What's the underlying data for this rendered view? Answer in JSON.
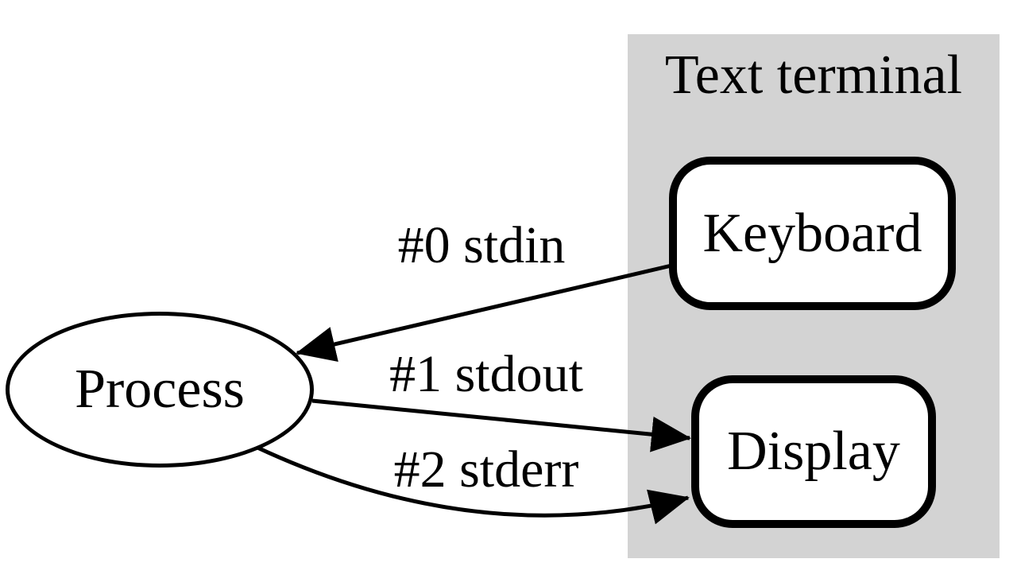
{
  "diagram": {
    "title": "Text terminal",
    "nodes": [
      {
        "id": "process",
        "label": "Process",
        "shape": "ellipse"
      },
      {
        "id": "keyboard",
        "label": "Keyboard",
        "shape": "rounded-rect"
      },
      {
        "id": "display",
        "label": "Display",
        "shape": "rounded-rect"
      }
    ],
    "edges": [
      {
        "id": "stdin",
        "label": "#0 stdin",
        "from": "keyboard",
        "to": "process"
      },
      {
        "id": "stdout",
        "label": "#1 stdout",
        "from": "process",
        "to": "display"
      },
      {
        "id": "stderr",
        "label": "#2 stderr",
        "from": "process",
        "to": "display"
      }
    ],
    "colors": {
      "terminal_background": "#d3d3d3",
      "node_fill": "#ffffff",
      "stroke": "#000000",
      "text": "#000000"
    }
  }
}
